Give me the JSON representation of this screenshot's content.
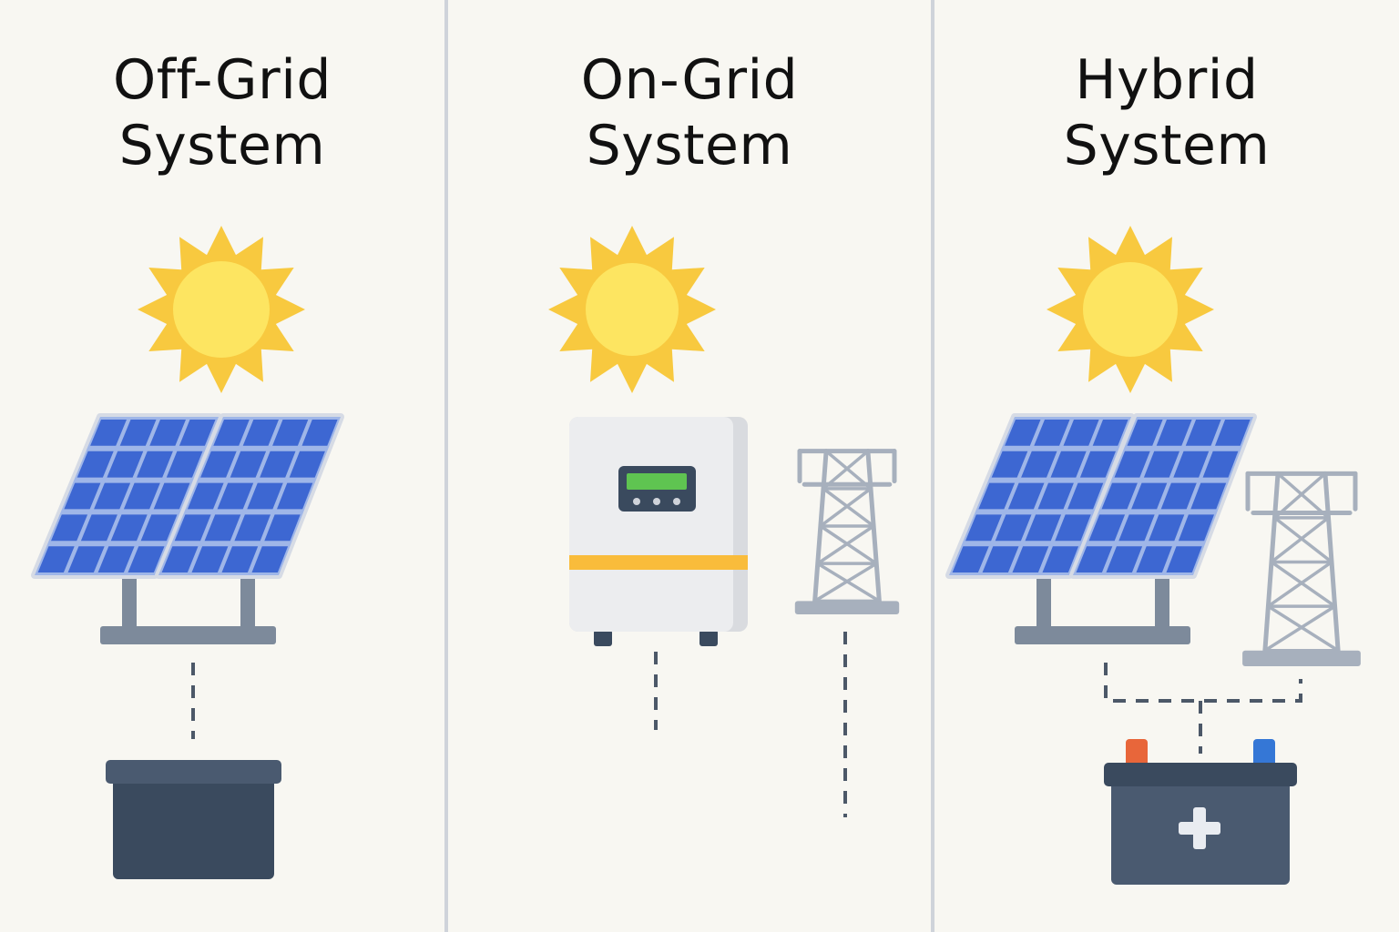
{
  "panels": [
    {
      "title_line1": "Off-Grid",
      "title_line2": "System"
    },
    {
      "title_line1": "On-Grid",
      "title_line2": "System"
    },
    {
      "title_line1": "Hybrid",
      "title_line2": "System"
    }
  ],
  "colors": {
    "background": "#f8f7f2",
    "divider": "#cfd3da",
    "sun_core": "#fde561",
    "sun_rays": "#f8c93f",
    "panel_blue": "#3d67d2",
    "panel_frame": "#d6dbe5",
    "mount_gray": "#7d8a9b",
    "battery_dark": "#3a4a5e",
    "battery_mid": "#4a5a70",
    "inverter_body": "#ecedef",
    "inverter_stripe": "#f9bc3b",
    "display_green": "#5fc451",
    "tower_gray": "#a7b0bd",
    "terminal_red": "#e8663a",
    "terminal_blue": "#3577d6",
    "dash_line": "#4c5868"
  }
}
